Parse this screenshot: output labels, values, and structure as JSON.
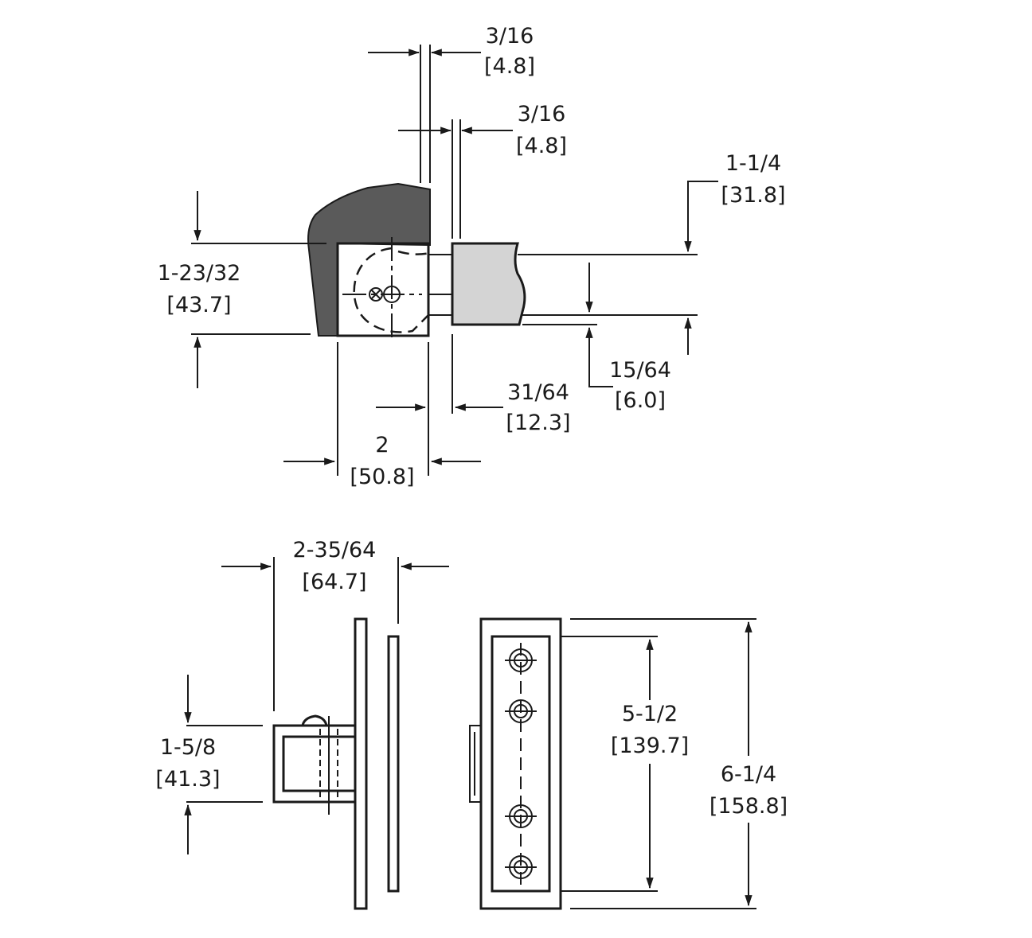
{
  "colors": {
    "line": "#1a1a1a",
    "hinge_body": "#5a5a5a",
    "glass": "#d4d4d4"
  },
  "top_view": {
    "gap_top": {
      "frac": "3/16",
      "mm": "[4.8]"
    },
    "gap_glass": {
      "frac": "3/16",
      "mm": "[4.8]"
    },
    "glass_thickness": {
      "frac": "1-1/4",
      "mm": "[31.8]"
    },
    "depth": {
      "frac": "1-23/32",
      "mm": "[43.7]"
    },
    "offset_vertical": {
      "frac": "15/64",
      "mm": "[6.0]"
    },
    "offset_horizontal": {
      "frac": "31/64",
      "mm": "[12.3]"
    },
    "width": {
      "frac": "2",
      "mm": "[50.8]"
    }
  },
  "side_view": {
    "overall_width": {
      "frac": "2-35/64",
      "mm": "[64.7]"
    },
    "height": {
      "frac": "1-5/8",
      "mm": "[41.3]"
    }
  },
  "front_view": {
    "hole_spacing": {
      "frac": "5-1/2",
      "mm": "[139.7]"
    },
    "overall_height": {
      "frac": "6-1/4",
      "mm": "[158.8]"
    }
  }
}
